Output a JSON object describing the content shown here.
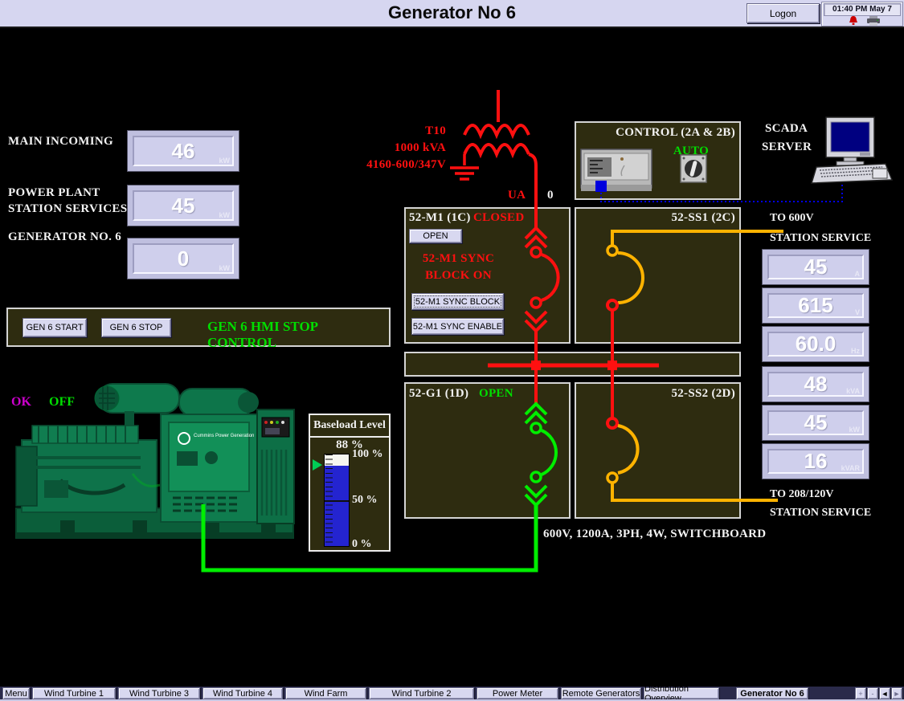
{
  "title_bar": {
    "title": "Generator No 6",
    "logon": "Logon",
    "datetime": "01:40 PM May 7"
  },
  "left_meters": [
    {
      "label1": "MAIN INCOMING",
      "value": "46",
      "unit": "kW"
    },
    {
      "label1": "POWER PLANT",
      "label2": "STATION SERVICES",
      "value": "45",
      "unit": "kW"
    },
    {
      "label1": "GENERATOR NO. 6",
      "value": "0",
      "unit": "kW"
    }
  ],
  "gen_control": {
    "start": "GEN 6 START",
    "stop": "GEN 6 STOP",
    "status": "GEN 6 HMI STOP CONTROL"
  },
  "generator": {
    "ok": "OK",
    "off": "OFF",
    "brand": "Cummins Power Generation"
  },
  "baseload": {
    "title": "Baseload Level",
    "value_label": "88 %",
    "value_pct": 88,
    "ticks": [
      "100 %",
      "50 %",
      "0 %"
    ]
  },
  "transformer": {
    "name": "T10",
    "rating": "1000 kVA",
    "voltage": "4160-600/347V",
    "phase_label": "UA",
    "tap": "0"
  },
  "breakers": {
    "m1": {
      "name": "52-M1 (1C)",
      "status": "CLOSED",
      "open_btn": "OPEN",
      "sync_line1": "52-M1 SYNC",
      "sync_line2": "BLOCK ON",
      "sync_block_btn": "52-M1 SYNC BLOCK",
      "sync_enable_btn": "52-M1 SYNC ENABLE"
    },
    "ss1": {
      "name": "52-SS1 (2C)"
    },
    "g1": {
      "name": "52-G1 (1D)",
      "status": "OPEN"
    },
    "ss2": {
      "name": "52-SS2 (2D)"
    }
  },
  "control_box": {
    "name": "CONTROL (2A & 2B)",
    "mode": "AUTO"
  },
  "scada": {
    "line1": "SCADA",
    "line2": "SERVER"
  },
  "feeders": {
    "to600": {
      "line1": "TO 600V",
      "line2": "STATION SERVICE"
    },
    "to208": {
      "line1": "TO 208/120V",
      "line2": "STATION SERVICE"
    }
  },
  "right_meters": [
    {
      "value": "45",
      "unit": "A"
    },
    {
      "value": "615",
      "unit": "V"
    },
    {
      "value": "60.0",
      "unit": "Hz"
    },
    {
      "value": "48",
      "unit": "kVA"
    },
    {
      "value": "45",
      "unit": "kW"
    },
    {
      "value": "16",
      "unit": "kVAR"
    }
  ],
  "switchboard_label": "600V, 1200A, 3PH, 4W, SWITCHBOARD",
  "nav": {
    "items": [
      "Menu",
      "Wind Turbine 1",
      "Wind Turbine 3",
      "Wind Turbine 4",
      "Wind Farm",
      "Wind Turbine 2",
      "Power Meter",
      "Remote Generators",
      "Distribution Overview",
      "Generator No 6"
    ],
    "active_item": "Generator No 6",
    "pager": [
      "+",
      "-",
      "◄",
      "►"
    ]
  },
  "colors": {
    "closed_red": "#ff1010",
    "open_green": "#00ee00",
    "standby_amber": "#ffb300",
    "network_blue": "#0000ee",
    "ok_magenta": "#cc00cc"
  }
}
